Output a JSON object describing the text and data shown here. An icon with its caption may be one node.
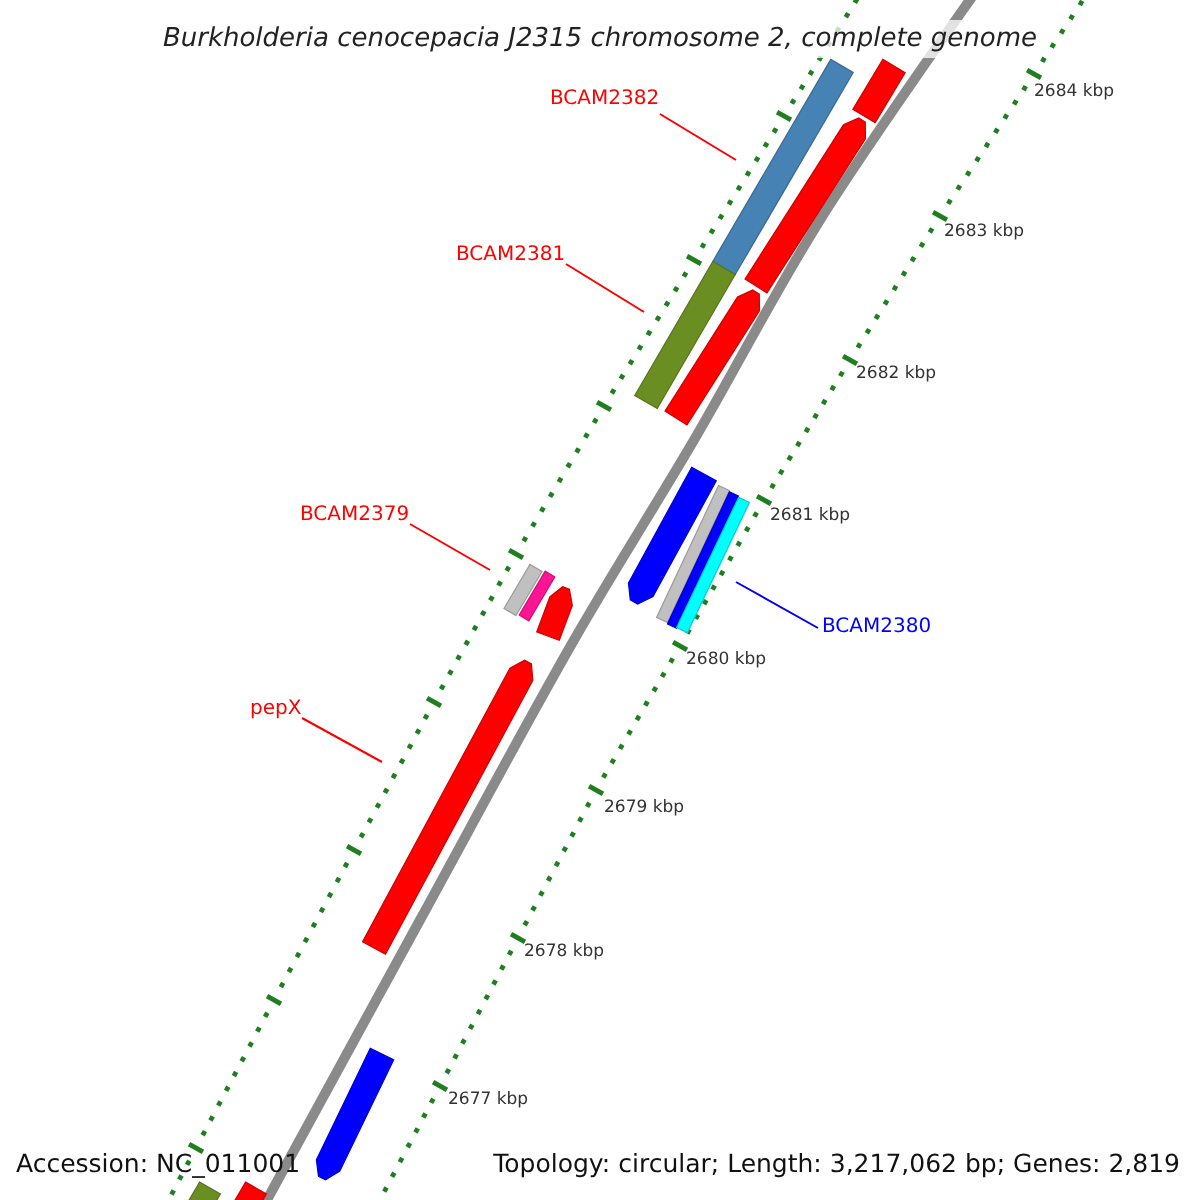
{
  "diagram": {
    "title": "Burkholderia cenocepacia J2315 chromosome 2, complete genome",
    "nodes": [
      {
        "text": [
          "BCAM2382"
        ]
      },
      {
        "text": [],
        "shape": "bar"
      },
      {
        "text": [
          "BCAM2381"
        ]
      },
      {
        "text": [],
        "shape": "bar"
      },
      {
        "text": [
          "BCAM2379"
        ]
      },
      {
        "text": [],
        "shape": "bar"
      },
      {
        "text": [
          "pepX"
        ]
      },
      {
        "text": [],
        "shape": "bar"
      },
      {
        "text": [
          "BCAM2380"
        ]
      },
      {
        "text": [],
        "shape": "bar"
      }
    ],
    "edges": [
      {
        "from": 0,
        "to": 1,
        "arrow": "none"
      },
      {
        "from": 2,
        "to": 3,
        "arrow": "none"
      },
      {
        "from": 4,
        "to": 5,
        "arrow": "none"
      },
      {
        "from": 6,
        "to": 7,
        "arrow": "none"
      },
      {
        "from": 8,
        "to": 9,
        "arrow": "none",
        "color": "#0000ff"
      }
    ],
    "labels": [
      "2684 kbp",
      "2683 kbp",
      "2682 kbp",
      "2681 kbp",
      "2680 kbp",
      "2679 kbp",
      "2678 kbp",
      "2677 kbp",
      "Accession: NC_011001",
      "Topology: circular; Length: 3,217,062 bp; Genes: 2,819"
    ]
  }
}
